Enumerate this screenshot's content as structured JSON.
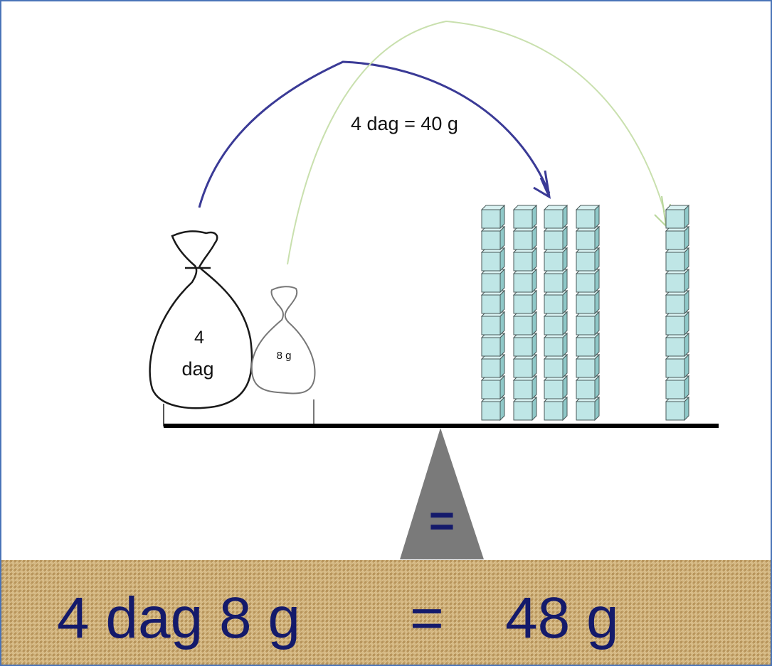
{
  "conversion_label": "4 dag = 40 g",
  "big_bag": {
    "line1": "4",
    "line2": "dag"
  },
  "small_bag": {
    "label": "8 g"
  },
  "fulcrum_symbol": "=",
  "equation": {
    "left": "4 dag 8 g",
    "equals": "=",
    "right": "48 g"
  },
  "cube_columns": [
    {
      "name": "ten-rod-1",
      "cubes": 10
    },
    {
      "name": "ten-rod-2",
      "cubes": 10
    },
    {
      "name": "ten-rod-3",
      "cubes": 10
    },
    {
      "name": "ten-rod-4",
      "cubes": 10
    },
    {
      "name": "eight-rod",
      "cubes": 10
    }
  ],
  "colors": {
    "cube_fill": "#bfe6e6",
    "cube_side": "#8fc8c8",
    "cube_stroke": "#4a5a5a",
    "blue_arrow": "#3a3a96",
    "green_arrow": "#b8d69a",
    "fulcrum": "#7a7a7a",
    "equation_text": "#141a6b",
    "ground": "#c8a870"
  }
}
